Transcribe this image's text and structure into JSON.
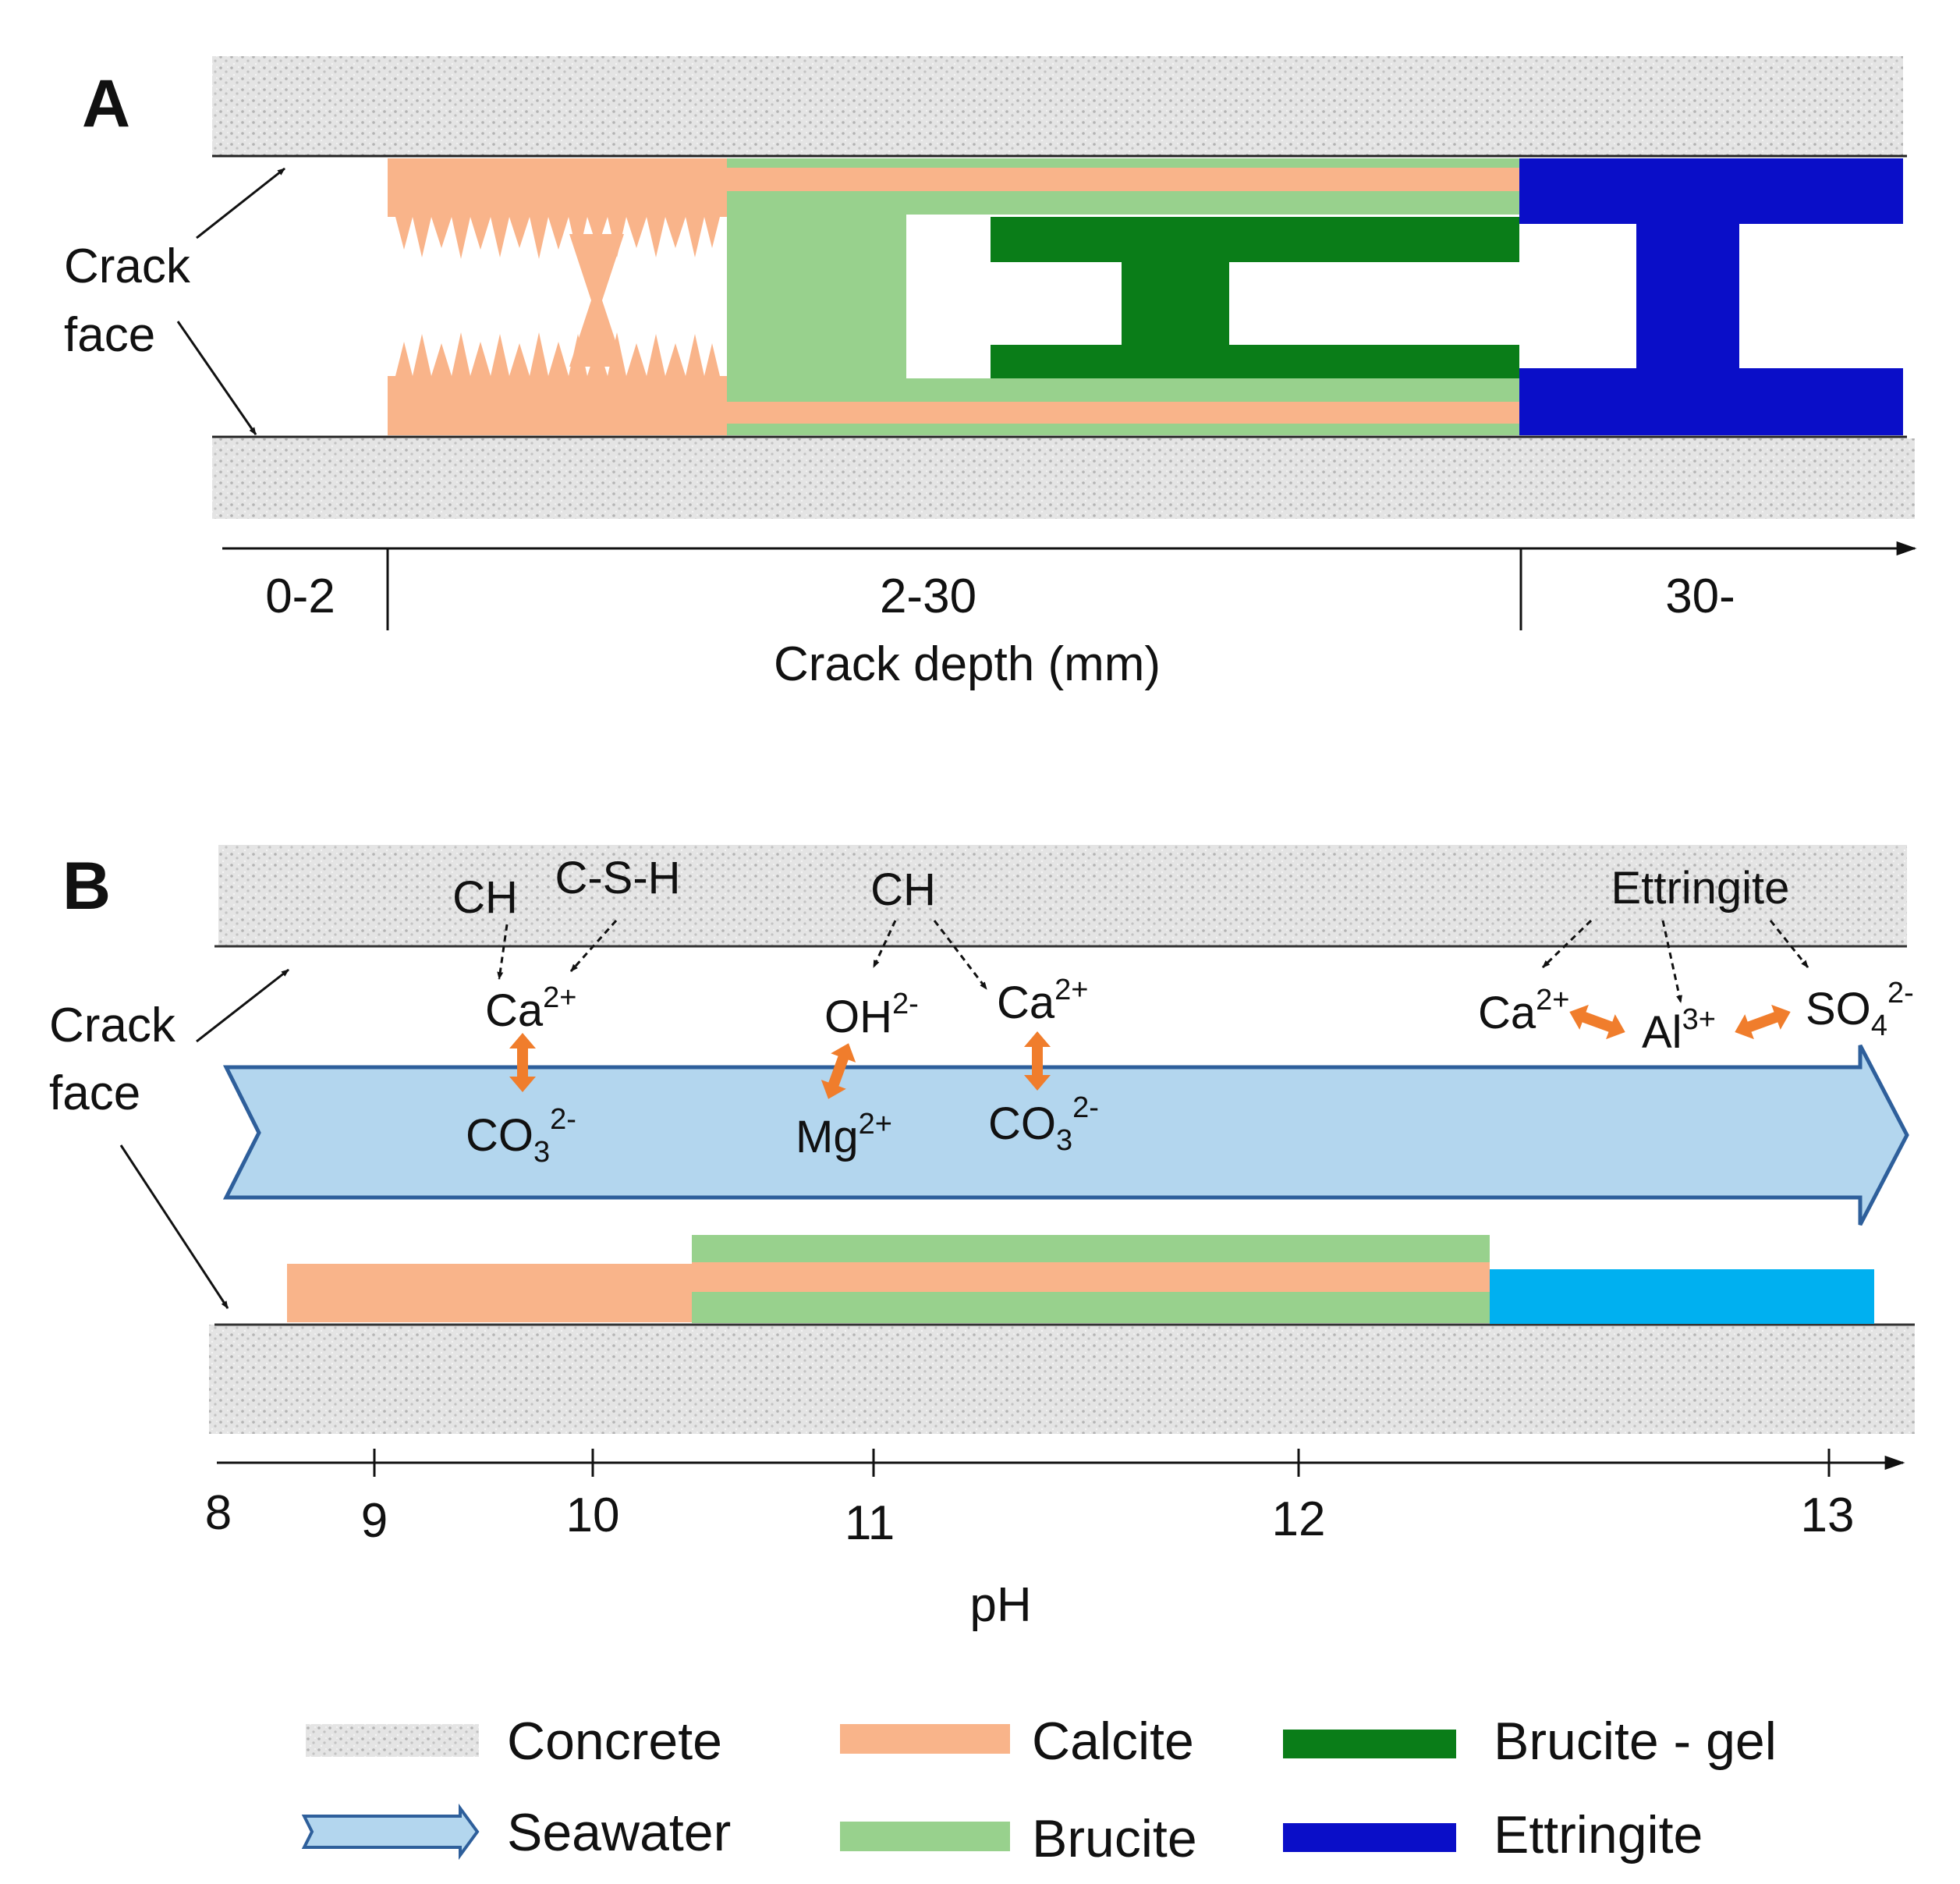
{
  "colors": {
    "concrete": "#dcdcdc",
    "calcite": "#f9b48a",
    "brucite": "#98d18d",
    "brucite_gel": "#0a7d18",
    "ettringite": "#0a0ec8",
    "ettringite_b": "#00b0f0",
    "seawater_fill": "#b3d6ee",
    "seawater_stroke": "#2e5f9b",
    "exchange_arrow": "#f07d2c"
  },
  "panel_a": {
    "label": "A",
    "crack_face_line1": "Crack",
    "crack_face_line2": "face",
    "depth_ranges": [
      "0-2",
      "2-30",
      "30-"
    ],
    "axis_title": "Crack depth (mm)"
  },
  "panel_b": {
    "label": "B",
    "crack_face_line1": "Crack",
    "crack_face_line2": "face",
    "sources": {
      "ch1": "CH",
      "csh": "C-S-H",
      "ch2": "CH",
      "ettringite": "Ettringite"
    },
    "ions": {
      "ca1": {
        "base": "Ca",
        "charge": "2+"
      },
      "co3_1": {
        "base": "CO",
        "sub": "3",
        "charge": "2-"
      },
      "oh": {
        "base": "OH",
        "charge": "2-"
      },
      "mg": {
        "base": "Mg",
        "charge": "2+"
      },
      "ca2": {
        "base": "Ca",
        "charge": "2+"
      },
      "co3_2": {
        "base": "CO",
        "sub": "3",
        "charge": "2-"
      },
      "ca3": {
        "base": "Ca",
        "charge": "2+"
      },
      "al": {
        "base": "Al",
        "charge": "3+"
      },
      "so4": {
        "base": "SO",
        "sub": "4",
        "charge": "2-"
      }
    },
    "axis": {
      "ticks": [
        "8",
        "9",
        "10",
        "11",
        "12",
        "13"
      ],
      "title": "pH"
    }
  },
  "legend": {
    "concrete": "Concrete",
    "seawater": "Seawater",
    "calcite": "Calcite",
    "brucite": "Brucite",
    "brucite_gel": "Brucite - gel",
    "ettringite": "Ettringite"
  }
}
